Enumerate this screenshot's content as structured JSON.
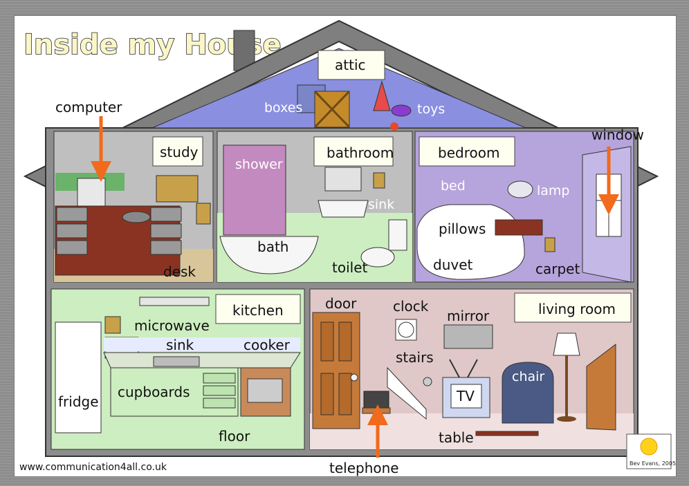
{
  "title": "Inside my House",
  "footer_url": "www.communication4all.co.uk",
  "credit": "Bev Evans, 2005",
  "rooms": {
    "attic": "attic",
    "study": "study",
    "bathroom": "bathroom",
    "bedroom": "bedroom",
    "kitchen": "kitchen",
    "living_room": "living room"
  },
  "items": {
    "computer": "computer",
    "boxes": "boxes",
    "toys": "toys",
    "window": "window",
    "shower": "shower",
    "bed": "bed",
    "lamp": "lamp",
    "sink_bath": "sink",
    "pillows": "pillows",
    "bath": "bath",
    "toilet": "toilet",
    "duvet": "duvet",
    "carpet": "carpet",
    "desk": "desk",
    "microwave": "microwave",
    "sink_kitchen": "sink",
    "cooker": "cooker",
    "cupboards": "cupboards",
    "fridge": "fridge",
    "floor": "floor",
    "door": "door",
    "clock": "clock",
    "mirror": "mirror",
    "stairs": "stairs",
    "tv": "TV",
    "chair": "chair",
    "table": "table",
    "telephone": "telephone"
  },
  "colors": {
    "roof_fill": "#ffffff",
    "attic": "#8a8fe0",
    "study_wall": "#bfbfbf",
    "bathroom_wall": "#bfbfbf",
    "bathroom_floor": "#cdeec0",
    "bedroom_wall": "#b6a4dc",
    "kitchen_wall": "#cdeec0",
    "living_wall": "#e0c8c8",
    "arrow": "#f26a1b"
  }
}
